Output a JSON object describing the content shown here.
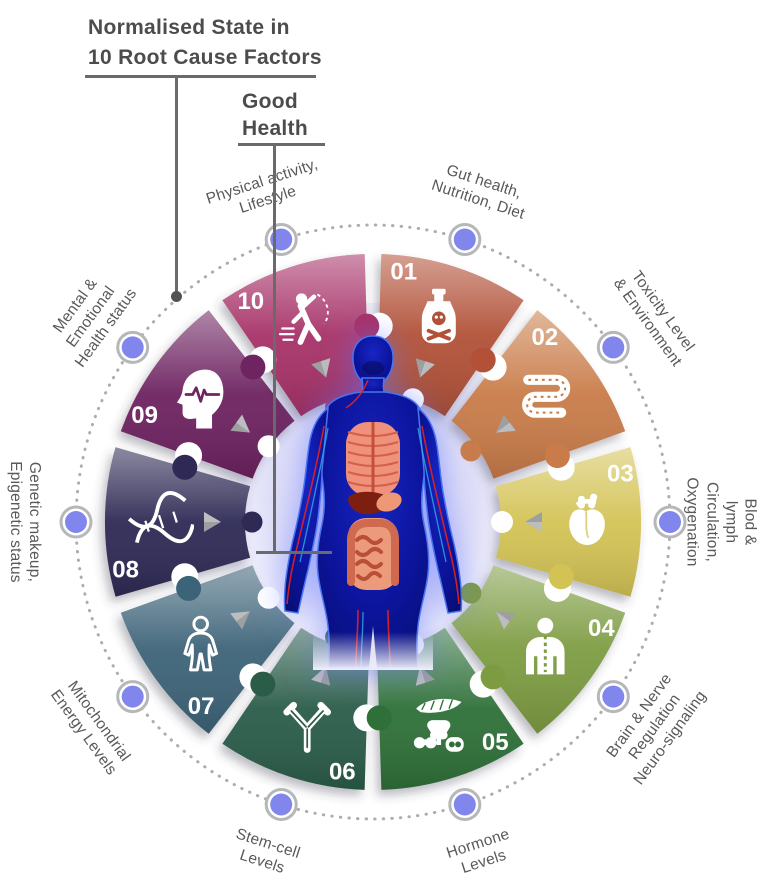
{
  "title": {
    "line1": "Normalised State in",
    "line2": "10 Root Cause Factors"
  },
  "center_label": {
    "line1": "Good",
    "line2": "Health"
  },
  "center_image": {
    "description": "glowing anatomical human body illustration"
  },
  "colors": {
    "dot_fill": "#8186ec",
    "dot_ring": "#b5b7ba",
    "dotted_circle": "#adadad",
    "arrow": "#9e9fa1",
    "arrow_light": "#bcbdbf",
    "label_text": "#58595b",
    "title_text": "#4b4c4e",
    "number_text": "#ffffff"
  },
  "factors": [
    {
      "number": "01",
      "label_lines": [
        "Gut health,",
        "Nutrition, Diet"
      ],
      "color": "#b25138",
      "icon": "poison-flask-icon"
    },
    {
      "number": "02",
      "label_lines": [
        "Toxicity Level",
        "& Environment"
      ],
      "color": "#c97c4a",
      "icon": "intestine-icon"
    },
    {
      "number": "03",
      "label_lines": [
        "Blod & lymph",
        "Circulation,",
        "Oxygenation"
      ],
      "color": "#d3c355",
      "icon": "heart-icon"
    },
    {
      "number": "04",
      "label_lines": [
        "Brain & Nerve",
        "Regulation",
        "Neuro-signaling"
      ],
      "color": "#7d9c42",
      "icon": "spine-body-icon"
    },
    {
      "number": "05",
      "label_lines": [
        "Hormone",
        "Levels"
      ],
      "color": "#2e7038",
      "icon": "glands-icon"
    },
    {
      "number": "06",
      "label_lines": [
        "Stem-cell",
        "Levels"
      ],
      "color": "#2b5c48",
      "icon": "antibody-icon"
    },
    {
      "number": "07",
      "label_lines": [
        "Mitochondrial",
        "Energy Levels"
      ],
      "color": "#3c6478",
      "icon": "human-body-icon"
    },
    {
      "number": "08",
      "label_lines": [
        "Genetic makeup,",
        "Epigenetic status"
      ],
      "color": "#2e2a55",
      "icon": "dna-icon"
    },
    {
      "number": "09",
      "label_lines": [
        "Mental &",
        "Emotional",
        "Health status"
      ],
      "color": "#6d2460",
      "icon": "head-ecg-icon"
    },
    {
      "number": "10",
      "label_lines": [
        "Physical activity,",
        "Lifestyle"
      ],
      "color": "#a73168",
      "icon": "exercise-icon"
    }
  ]
}
